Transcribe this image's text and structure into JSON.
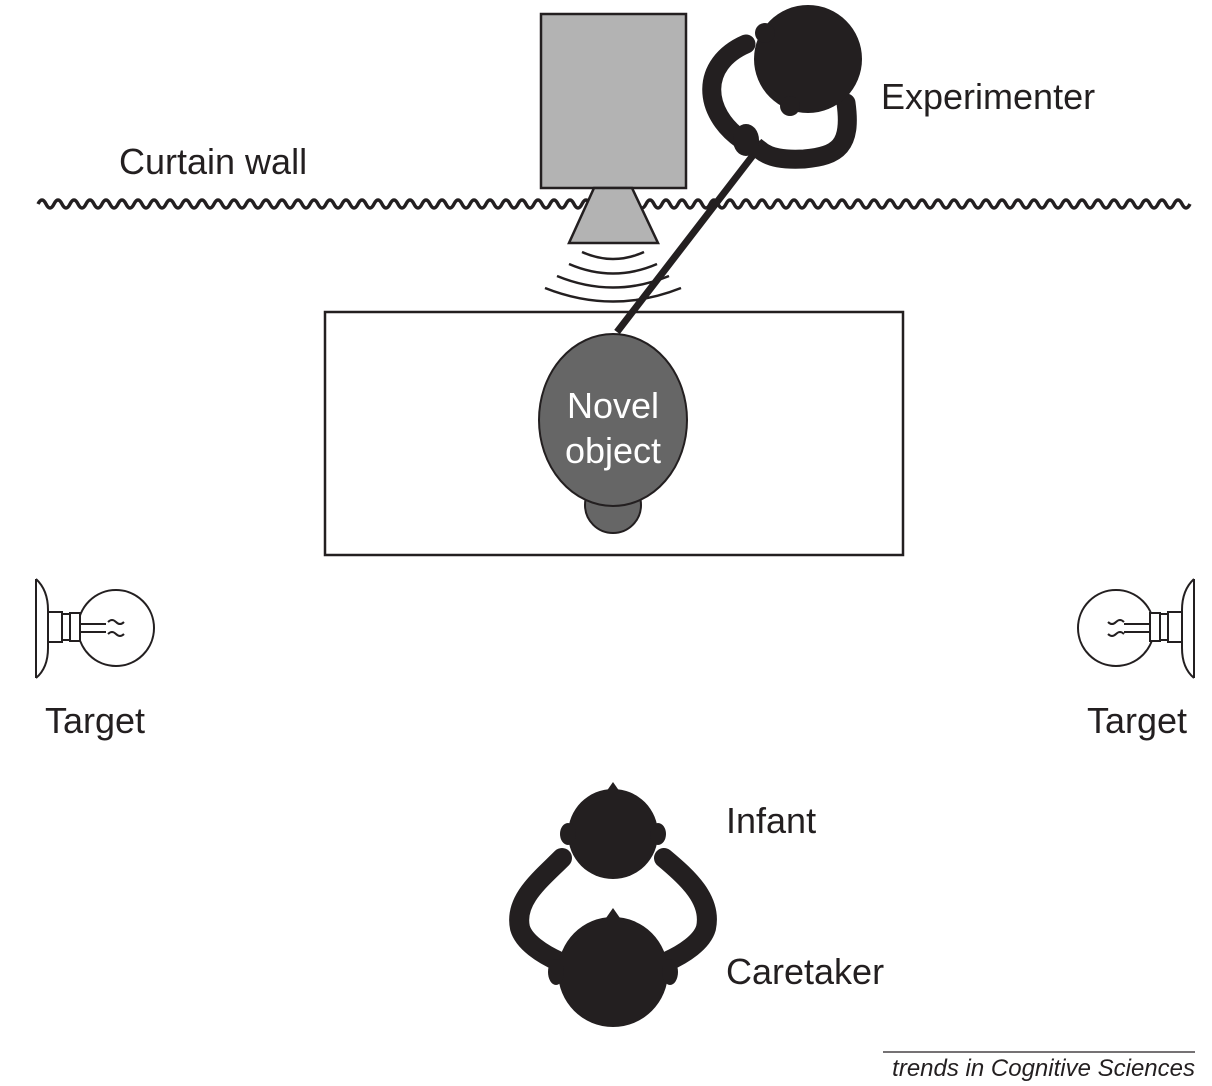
{
  "labels": {
    "experimenter": "Experimenter",
    "curtain_wall": "Curtain wall",
    "novel_object_line1": "Novel",
    "novel_object_line2": "object",
    "target_left": "Target",
    "target_right": "Target",
    "infant": "Infant",
    "caretaker": "Caretaker"
  },
  "source": "trends in Cognitive Sciences",
  "colors": {
    "ink": "#231f20",
    "screen": "#b3b3b3",
    "object": "#666666",
    "background": "#ffffff"
  }
}
